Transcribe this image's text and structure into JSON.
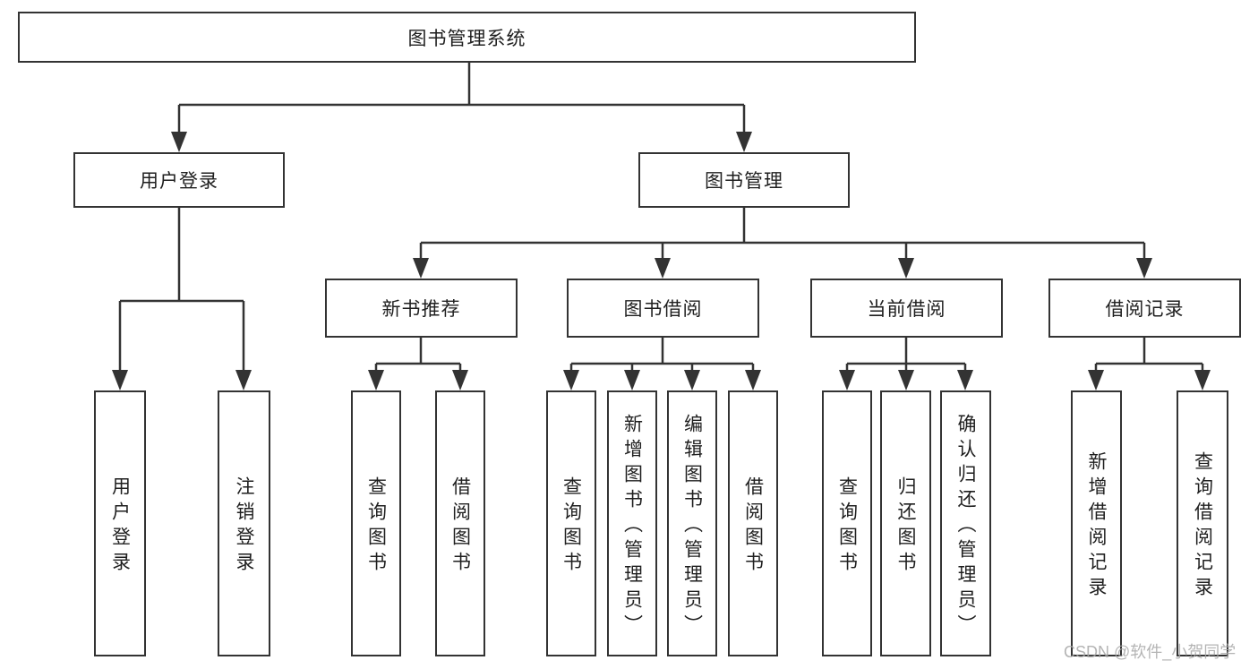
{
  "diagram": {
    "title": "图书管理系统",
    "branches": [
      {
        "label": "用户登录",
        "children": [
          "用户登录",
          "注销登录"
        ]
      },
      {
        "label": "图书管理",
        "children": [
          {
            "label": "新书推荐",
            "children": [
              "查询图书",
              "借阅图书"
            ]
          },
          {
            "label": "图书借阅",
            "children": [
              "查询图书",
              "新增图书（管理员）",
              "编辑图书（管理员）",
              "借阅图书"
            ]
          },
          {
            "label": "当前借阅",
            "children": [
              "查询图书",
              "归还图书",
              "确认归还（管理员）"
            ]
          },
          {
            "label": "借阅记录",
            "children": [
              "新增借阅记录",
              "查询借阅记录"
            ]
          }
        ]
      }
    ]
  },
  "watermark": {
    "text": "CSDN @软件_小贺同学"
  },
  "colors": {
    "line": "#333333",
    "text": "#1f1f1f",
    "background": "#ffffff",
    "watermark": "#a8a8a8"
  }
}
